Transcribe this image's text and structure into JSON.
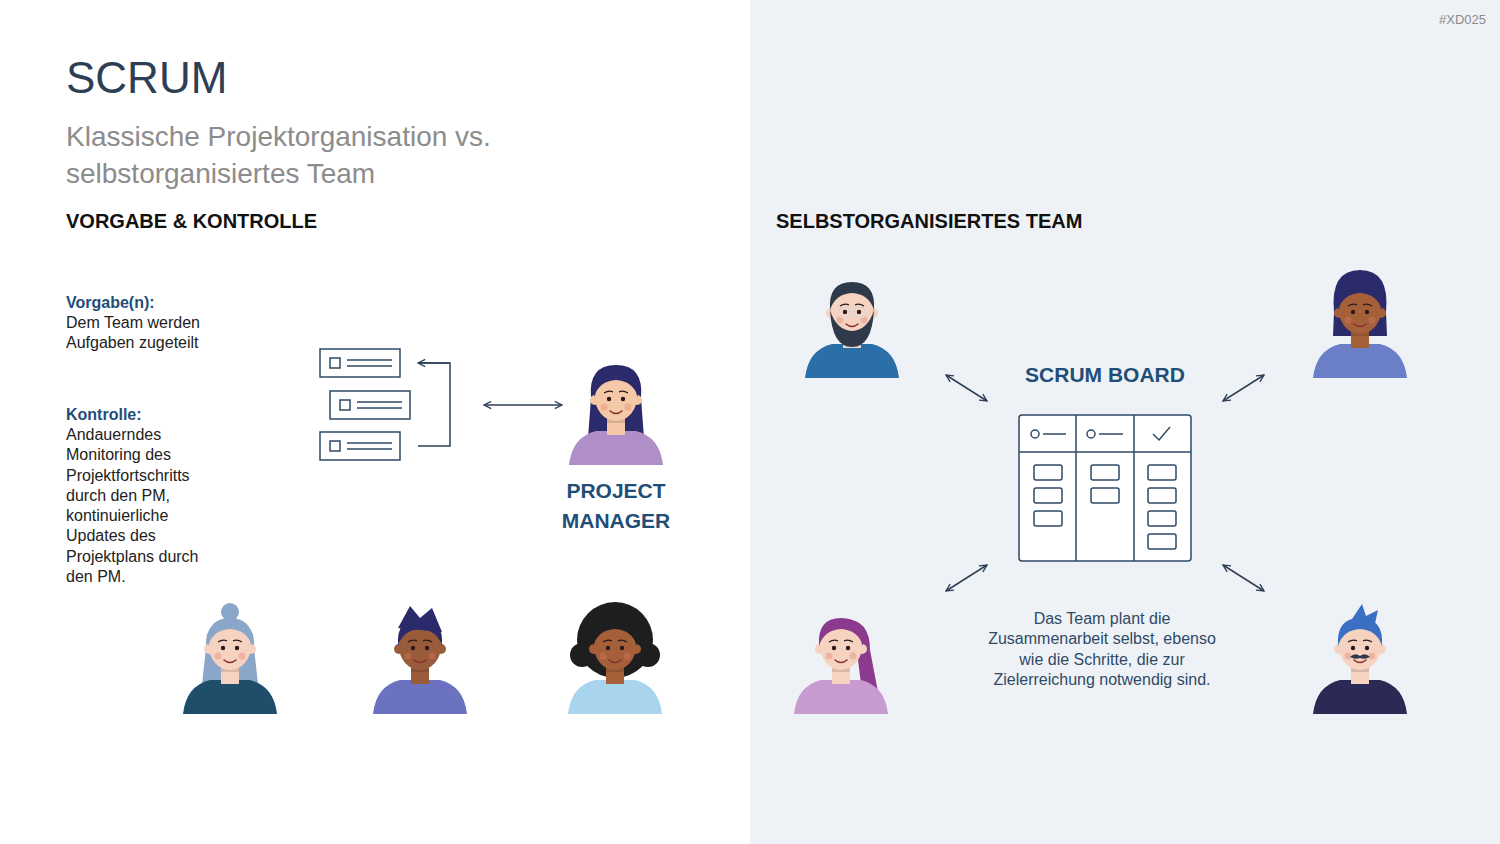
{
  "diagram": {
    "title": "SCRUM",
    "nodes": [
      {
        "text": [
          "PROJECT MANAGER"
        ]
      },
      {
        "text": [
          "SCRUM BOARD"
        ]
      }
    ],
    "labels": [
      "#XD025",
      "Klassische Projektorganisation vs. selbstorganisiertes Team",
      "VORGABE & KONTROLLE",
      "SELBSTORGANISIERTES TEAM",
      "Vorgabe(n):",
      "Dem Team werden Aufgaben zugeteilt",
      "Kontrolle:",
      "Andauerndes Monitoring des Projektfortschritts durch den PM, kontinuierliche Updates des Projektplans durch den PM.",
      "Das Team plant die Zusammenarbeit selbst, ebenso wie die Schritte, die zur Zielerreichung notwendig sind."
    ]
  }
}
